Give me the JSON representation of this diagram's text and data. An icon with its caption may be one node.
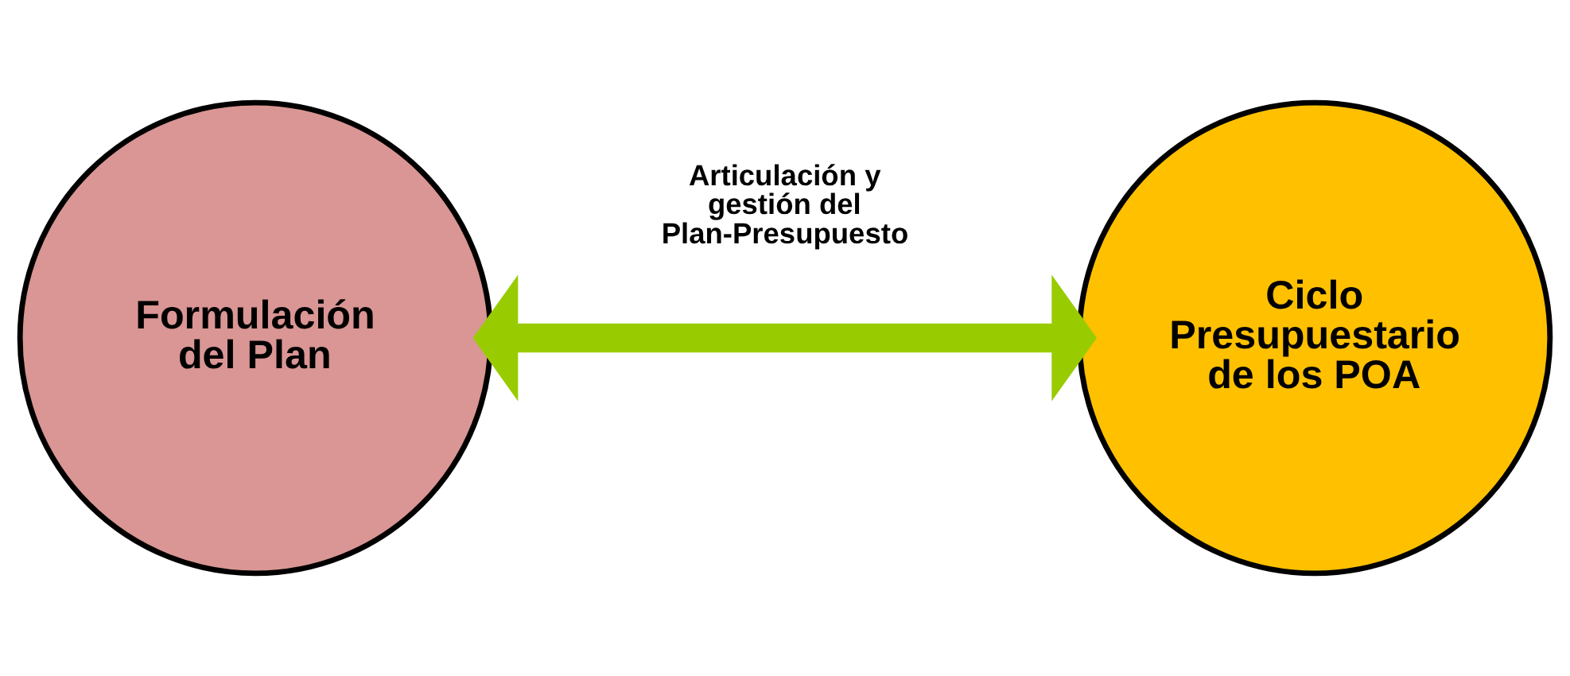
{
  "diagram": {
    "nodes": [
      {
        "text": [
          "Formulación del Plan"
        ]
      },
      {
        "text": [
          "Ciclo Presupuestario de los POA"
        ]
      }
    ],
    "edges": [
      {
        "from": 0,
        "to": 1,
        "arrow": "both",
        "label": "Articulación y gestión del Plan-Presupuesto",
        "color": "#99cc00"
      }
    ]
  }
}
